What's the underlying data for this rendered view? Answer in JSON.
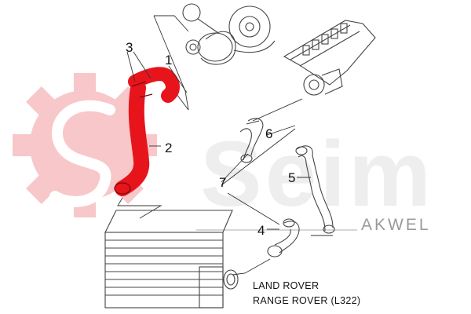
{
  "brand": {
    "logo_text": "Seim",
    "sub_brand": "AKWEL"
  },
  "colors": {
    "highlight_part": "#e8141c",
    "logo_gear": "#f8c7c9",
    "line_art": "#444444"
  },
  "callouts": [
    "1",
    "2",
    "3",
    "4",
    "5",
    "6",
    "7"
  ],
  "caption": {
    "line1": "LAND ROVER",
    "line2": "RANGE ROVER (L322)"
  }
}
